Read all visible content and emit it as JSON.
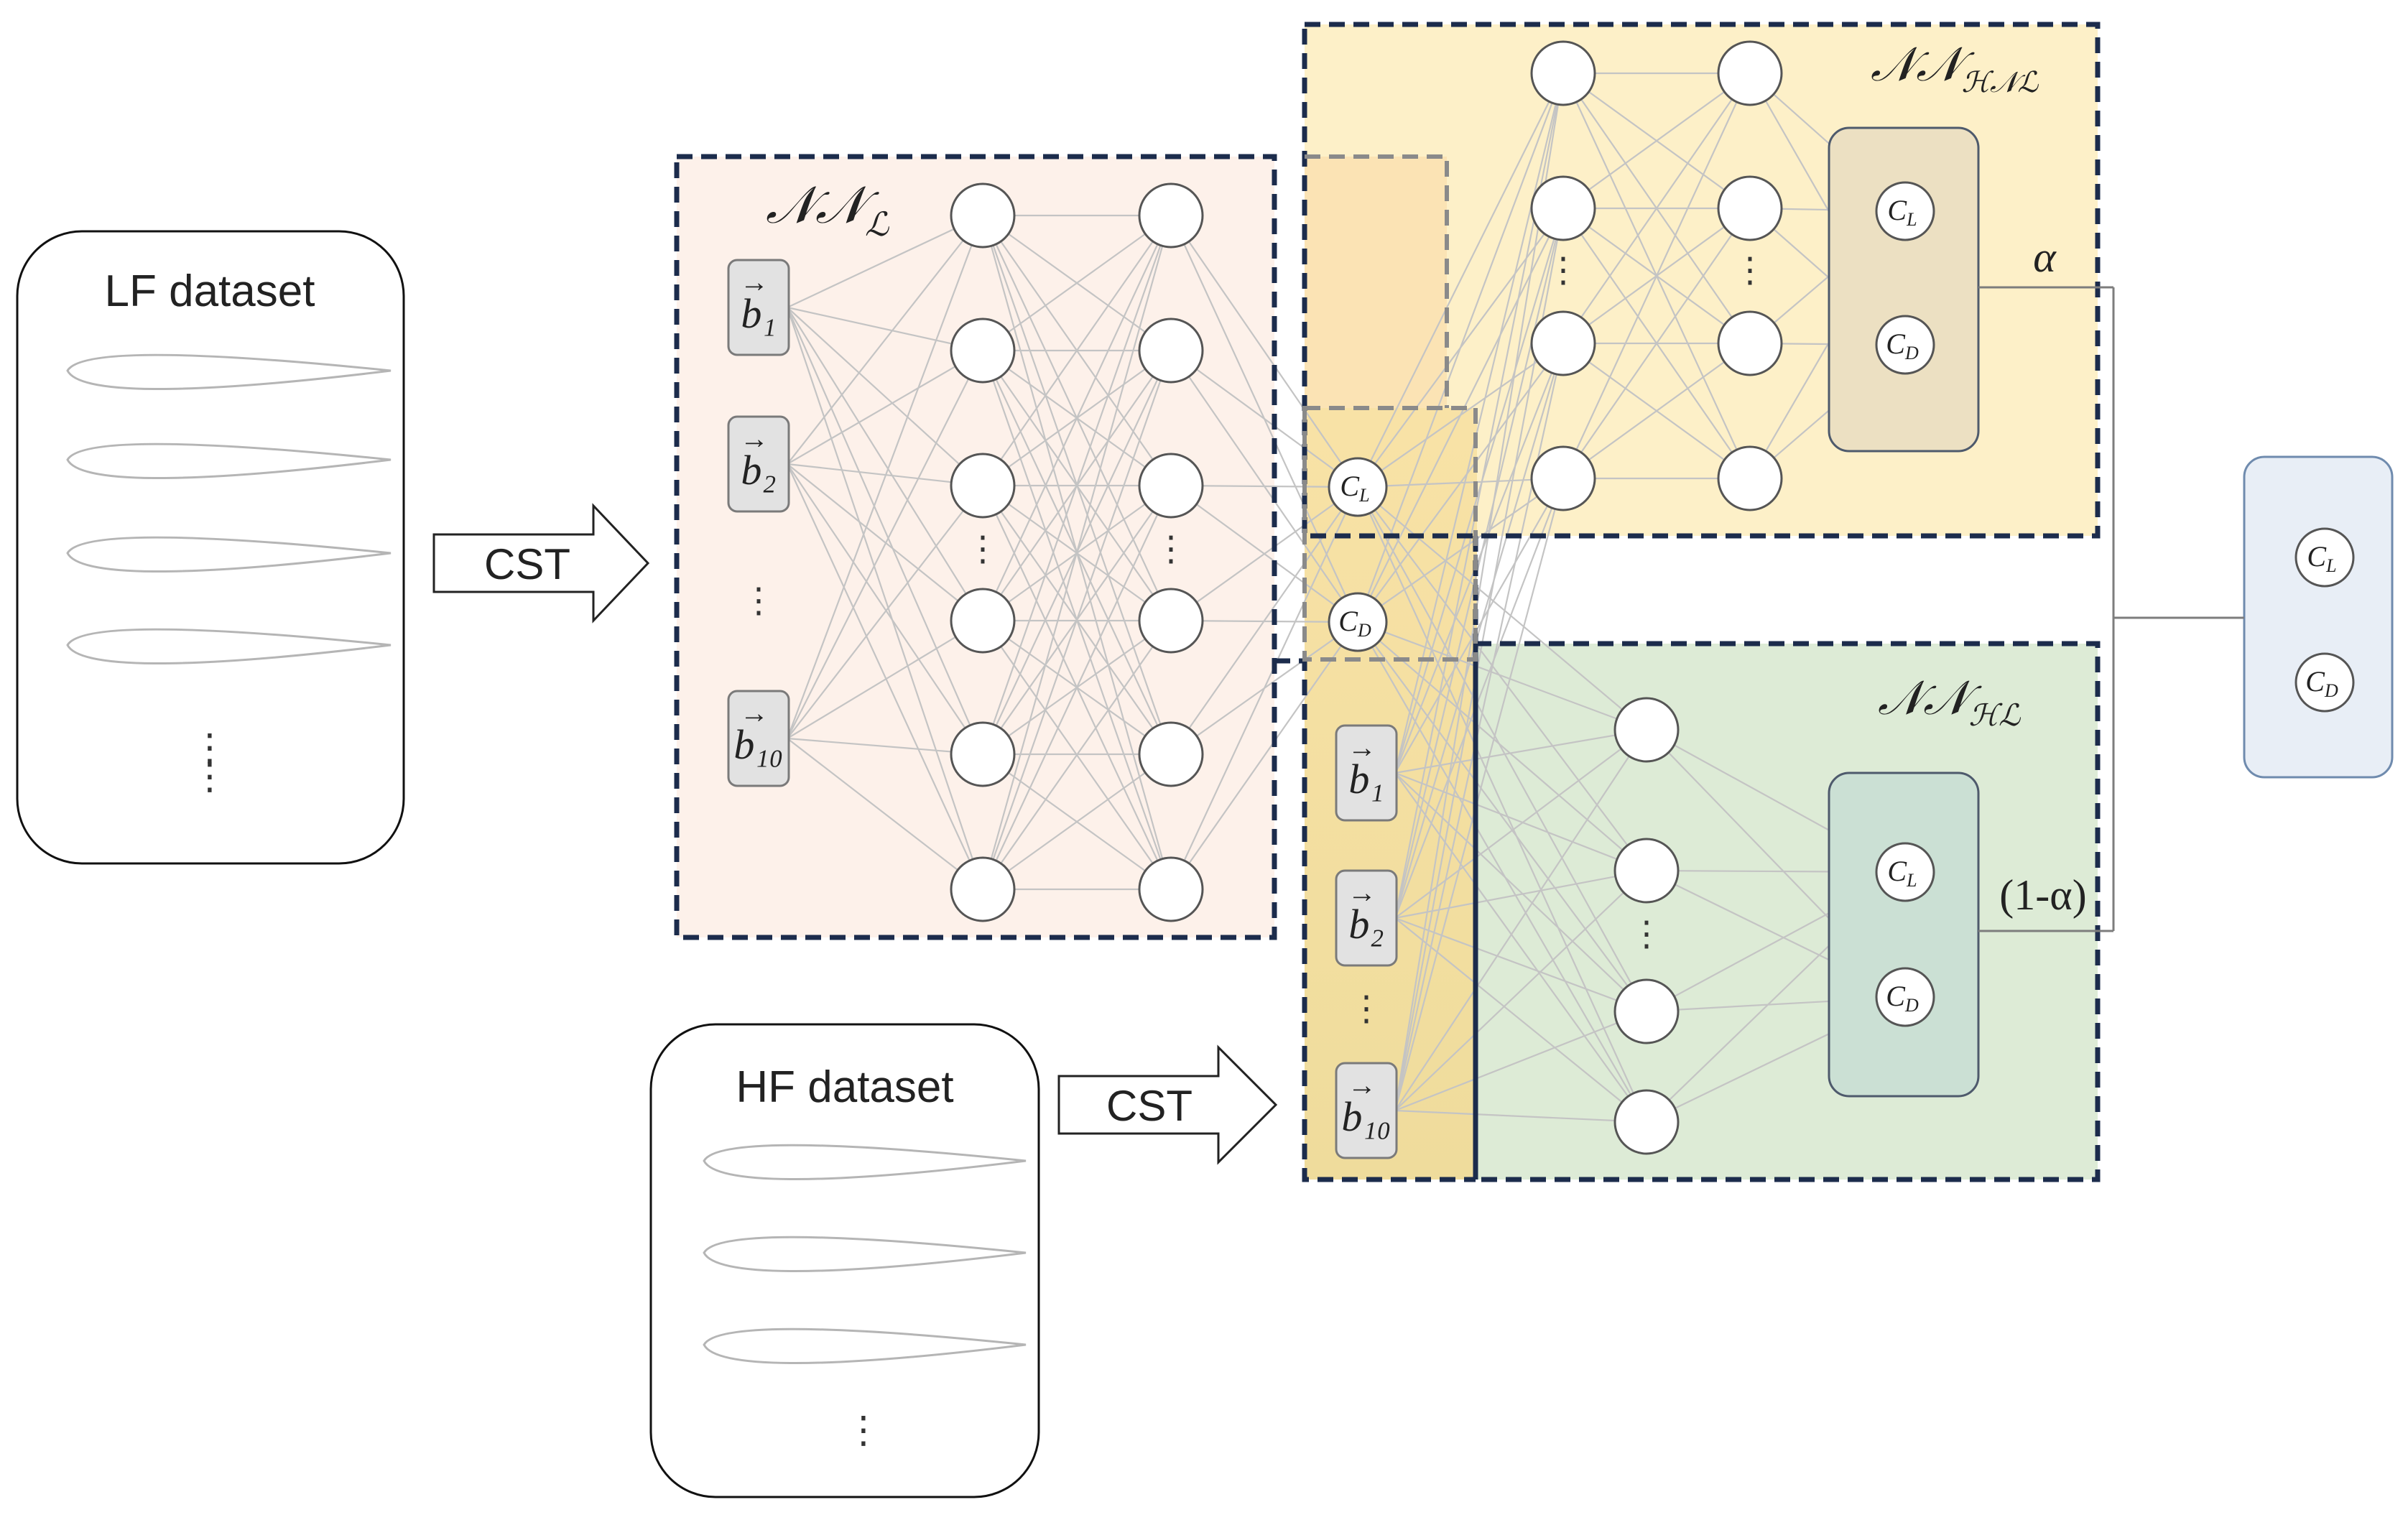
{
  "datasets": {
    "lf": {
      "label": "LF dataset",
      "ellipsis": "⋮",
      "ellipsis_bottom": "⋮⋮"
    },
    "hf": {
      "label": "HF dataset",
      "ellipsis": "⋮"
    }
  },
  "arrows": {
    "lf_cst": "CST",
    "hf_cst": "CST"
  },
  "networks": {
    "low": {
      "title_main": "𝒩𝒩",
      "title_sub": "ℒ"
    },
    "hnl": {
      "title_main": "𝒩𝒩",
      "title_sub": "ℋ𝒩ℒ"
    },
    "hl": {
      "title_main": "𝒩𝒩",
      "title_sub": "ℋℒ"
    }
  },
  "inputs": {
    "lf": [
      "b₁",
      "b₂",
      "b₁₀"
    ],
    "hf": [
      "b₁",
      "b₂",
      "b₁₀"
    ],
    "arrow_glyph": "→",
    "ellipsis": "⋮"
  },
  "outputs": {
    "cl_main": "C",
    "cl_sub": "L",
    "cd_main": "C",
    "cd_sub": "D"
  },
  "weights": {
    "alpha": "α",
    "one_minus_alpha": "(1-α)"
  },
  "colors": {
    "low_bg": "#fdf1ea",
    "hnl_bg": "#fdf0c8",
    "hl_bg": "#ddebd6",
    "overlap_bg": "#f6e6a8",
    "output_bg": "#e8eef6",
    "dash_dark": "#1c2c4c",
    "dash_gray": "#8a8a8a"
  }
}
